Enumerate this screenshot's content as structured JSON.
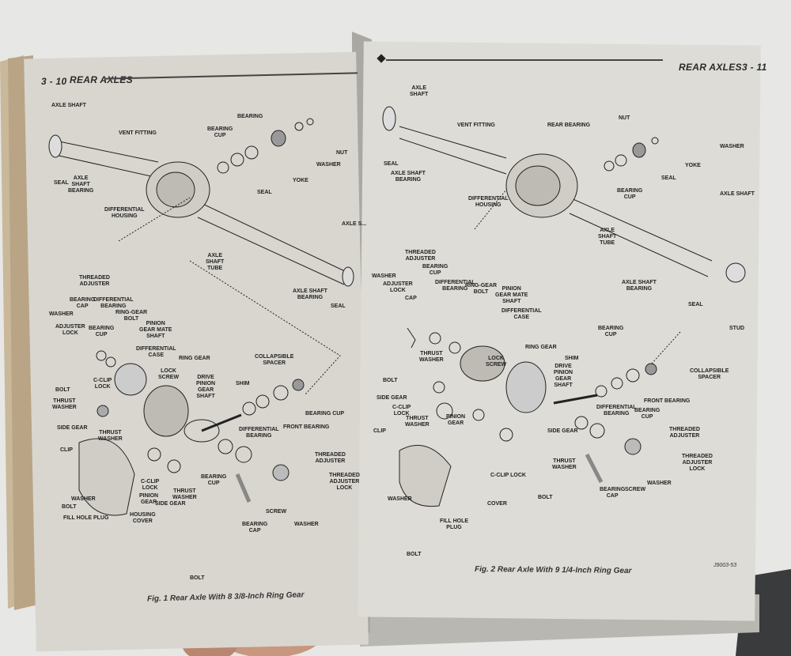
{
  "left_page": {
    "page_number": "3 - 10",
    "section_title": "REAR AXLES",
    "caption": "Fig. 1 Rear Axle With 8 3/8-Inch Ring Gear",
    "labels": {
      "axle_shaft_top": "AXLE SHAFT",
      "vent_fitting": "VENT FITTING",
      "bearing_cup": "BEARING\nCUP",
      "bearing": "BEARING",
      "seal_top": "SEAL",
      "yoke": "YOKE",
      "washer_top": "WASHER",
      "nut": "NUT",
      "seal_left": "SEAL",
      "axle_shaft_bearing_left": "AXLE\nSHAFT\nBEARING",
      "differential_housing": "DIFFERENTIAL\nHOUSING",
      "axle_shaft_tube": "AXLE\nSHAFT\nTUBE",
      "axle_shaft_right": "AXLE S...",
      "axle_shaft_bearing_right": "AXLE SHAFT\nBEARING",
      "seal_right": "SEAL",
      "threaded_adjuster_top": "THREADED\nADJUSTER",
      "bearing_cap_top": "BEARING\nCAP",
      "differential_bearing_top": "DIFFERENTIAL\nBEARING",
      "ring_gear_bolt": "RING-GEAR\nBOLT",
      "pinion_gear_mate_shaft": "PINION\nGEAR MATE\nSHAFT",
      "washer_left": "WASHER",
      "adjuster_lock_left": "ADJUSTER\nLOCK",
      "bearing_cup_left": "BEARING\nCUP",
      "differential_case": "DIFFERENTIAL\nCASE",
      "lock_screw": "LOCK\nSCREW",
      "ring_gear": "RING GEAR",
      "c_clip_lock_top": "C-CLIP\nLOCK",
      "bolt_left": "BOLT",
      "thrust_washer_left": "THRUST\nWASHER",
      "drive_pinion_gear_shaft": "DRIVE\nPINION\nGEAR\nSHAFT",
      "shim": "SHIM",
      "collapsible_spacer": "COLLAPSIBLE\nSPACER",
      "side_gear_left": "SIDE GEAR",
      "thrust_washer_mid": "THRUST\nWASHER",
      "differential_bearing_mid": "DIFFERENTIAL\nBEARING",
      "front_bearing": "FRONT BEARING",
      "bearing_cup_right": "BEARING CUP",
      "clip": "CLIP",
      "c_clip_lock_bottom": "C-CLIP\nLOCK",
      "pinion_gear": "PINION\nGEAR",
      "thrust_washer_bottom": "THRUST\nWASHER",
      "side_gear_bottom": "SIDE GEAR",
      "bearing_cup_bottom": "BEARING\nCUP",
      "threaded_adjuster_bottom": "THREADED\nADJUSTER",
      "threaded_adjuster_lock": "THREADED\nADJUSTER\nLOCK",
      "washer_bottom_left": "WASHER",
      "bolt_bottom_left": "BOLT",
      "fill_hole_plug": "FILL HOLE PLUG",
      "housing_cover": "HOUSING\nCOVER",
      "screw": "SCREW",
      "washer_bottom_right": "WASHER",
      "bearing_cap_bottom": "BEARING\nCAP",
      "bolt_bottom": "BOLT"
    }
  },
  "right_page": {
    "section_title": "REAR AXLES",
    "page_number": "3 - 11",
    "caption": "Fig. 2 Rear Axle With 9 1/4-Inch Ring Gear",
    "figure_code": "J9003-53",
    "labels": {
      "axle_shaft_left": "AXLE\nSHAFT",
      "vent_fitting": "VENT FITTING",
      "rear_bearing": "REAR BEARING",
      "nut": "NUT",
      "washer_top": "WASHER",
      "seal_top_left": "SEAL",
      "axle_shaft_bearing_left": "AXLE SHAFT\nBEARING",
      "bearing_cup_top": "BEARING\nCUP",
      "seal_top_right": "SEAL",
      "yoke": "YOKE",
      "axle_shaft_right": "AXLE SHAFT",
      "differential_housing": "DIFFERENTIAL\nHOUSING",
      "axle_shaft_tube": "AXLE\nSHAFT\nTUBE",
      "threaded_adjuster_top": "THREADED\nADJUSTER",
      "bearing_cup_mid": "BEARING\nCUP",
      "differential_bearing_top": "DIFFERENTIAL\nBEARING",
      "ring_gear_bolt": "RING-GEAR\nBOLT",
      "pinion_gear_mate_shaft": "PINION\nGEAR MATE\nSHAFT",
      "differential_case": "DIFFERENTIAL\nCASE",
      "washer_left": "WASHER",
      "adjuster_lock": "ADJUSTER\nLOCK",
      "cap": "CAP",
      "axle_shaft_bearing_right": "AXLE SHAFT\nBEARING",
      "seal_right": "SEAL",
      "stud": "STUD",
      "ring_gear": "RING GEAR",
      "lock_screw": "LOCK\nSCREW",
      "bearing_cup_right": "BEARING\nCUP",
      "thrust_washer_top": "THRUST\nWASHER",
      "shim": "SHIM",
      "drive_pinion_gear_shaft": "DRIVE\nPINION\nGEAR\nSHAFT",
      "collapsible_spacer": "COLLAPSIBLE\nSPACER",
      "bolt_left": "BOLT",
      "side_gear_left": "SIDE GEAR",
      "c_clip_lock_top": "C-CLIP\nLOCK",
      "front_bearing": "FRONT BEARING",
      "thrust_washer_mid": "THRUST\nWASHER",
      "pinion_gear": "PINION\nGEAR",
      "differential_bearing_bottom": "DIFFERENTIAL\nBEARING",
      "bearing_cup_bottom": "BEARING\nCUP",
      "side_gear_right": "SIDE GEAR",
      "threaded_adjuster_bottom": "THREADED\nADJUSTER",
      "clip": "CLIP",
      "thrust_washer_bottom": "THRUST\nWASHER",
      "c_clip_lock_bottom": "C-CLIP LOCK",
      "threaded_adjuster_lock": "THREADED\nADJUSTER\nLOCK",
      "washer_bottom_left": "WASHER",
      "cover": "COVER",
      "washer_bottom_right": "WASHER",
      "bolt_mid": "BOLT",
      "bearing_cap": "BEARING\nCAP",
      "screw": "SCREW",
      "fill_hole_plug": "FILL HOLE\nPLUG",
      "bolt_bottom": "BOLT"
    }
  }
}
